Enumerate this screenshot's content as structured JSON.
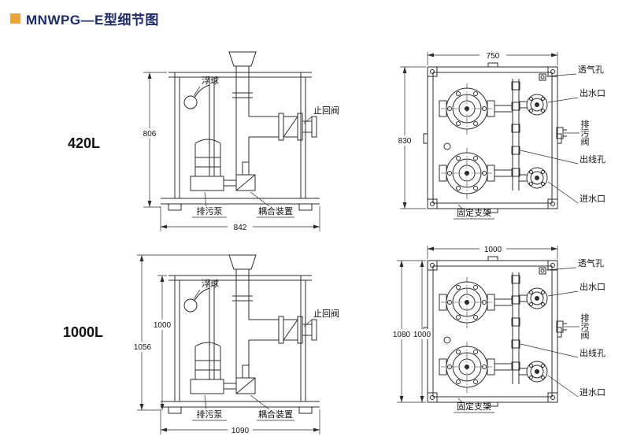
{
  "page": {
    "title": "MNWPG—E型细节图",
    "bullet_color": "#eda43b"
  },
  "models": [
    {
      "name": "420L",
      "side_view": {
        "labels": {
          "float_ball": "浮球",
          "check_valve": "止回阀",
          "sewage_pump": "排污泵",
          "coupling_device": "耦合装置"
        },
        "dims": {
          "height": "806",
          "width": "842"
        }
      },
      "top_view": {
        "labels": {
          "vent_hole": "透气孔",
          "water_outlet": "出水口",
          "drain_valve": "排污阀",
          "cable_hole": "出线孔",
          "water_inlet": "进水口",
          "bracket": "固定支架"
        },
        "dims": {
          "width": "750",
          "height": "830"
        }
      }
    },
    {
      "name": "1000L",
      "side_view": {
        "labels": {
          "float_ball": "浮球",
          "check_valve": "止回阀",
          "sewage_pump": "排污泵",
          "coupling_device": "耦合装置"
        },
        "dims": {
          "height_inner": "1000",
          "height_outer": "1056",
          "width": "1090"
        }
      },
      "top_view": {
        "labels": {
          "vent_hole": "透气孔",
          "water_outlet": "出水口",
          "drain_valve": "排污阀",
          "cable_hole": "出线孔",
          "water_inlet": "进水口",
          "bracket": "固定支架"
        },
        "dims": {
          "width": "1000",
          "height_outer": "1080",
          "height_inner": "1000"
        }
      }
    }
  ]
}
